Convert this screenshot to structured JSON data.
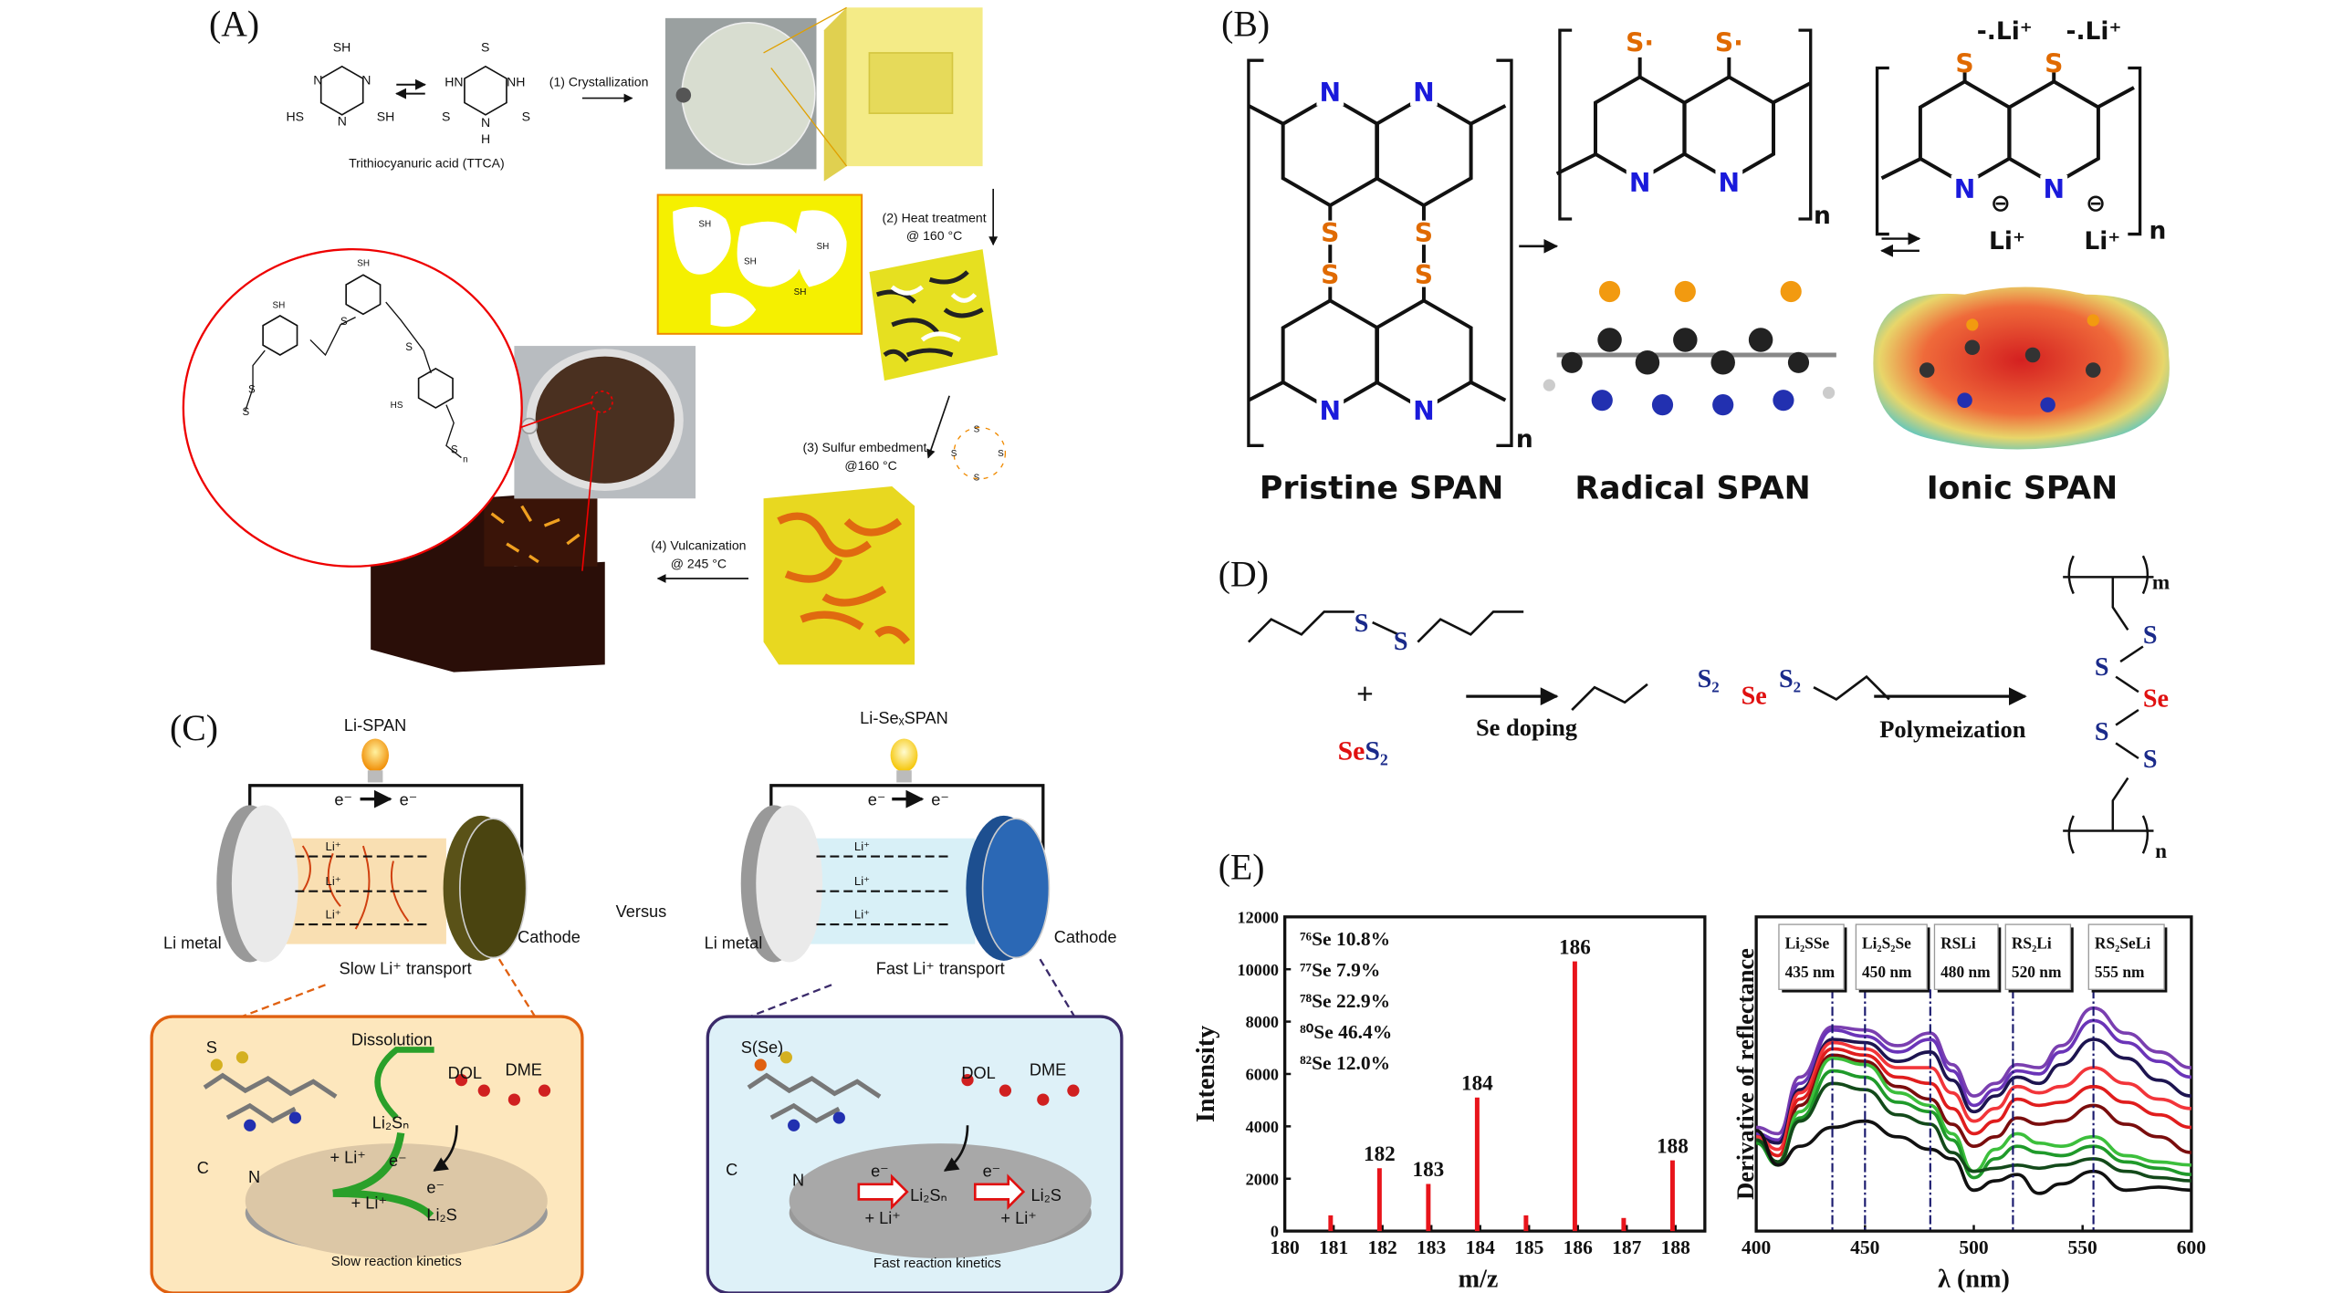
{
  "panel_a": {
    "label": "(A)",
    "ttca_enol_atoms": {
      "sh_top": "SH",
      "n1": "N",
      "n2": "N",
      "n3": "N",
      "hs_left": "HS",
      "sh_right": "SH"
    },
    "ttca_keto_atoms": {
      "s_top": "S",
      "hn": "HN",
      "nh": "NH",
      "s_left": "S",
      "s_right": "S",
      "n_bottom": "N",
      "h_bottom": "H"
    },
    "ttca_name": "Trithiocyanuric acid (TTCA)",
    "step1": "(1) Crystallization",
    "step2_line1": "(2) Heat treatment",
    "step2_line2": "@ 160 °C",
    "step3_line1": "(3) Sulfur embedment",
    "step3_line2": "@160 °C",
    "step4_line1": "(4) Vulcanization",
    "step4_line2": "@ 245 °C",
    "sh_label": "SH",
    "s_label": "S",
    "hs_label": "HS",
    "n_label": "N",
    "n_sub": "n"
  },
  "panel_b": {
    "label": "(B)",
    "n_atom": "N",
    "s_atom": "S",
    "s_radical": "S·",
    "li_plus": "Li⁺",
    "li_bond": "-.Li⁺",
    "minus": "⊖",
    "repeat_n": "n",
    "names": [
      "Pristine SPAN",
      "Radical SPAN",
      "Ionic SPAN"
    ]
  },
  "panel_c": {
    "label": "(C)",
    "left_title": "Li-SPAN",
    "right_title": "Li-SeₓSPAN",
    "electron": "e⁻",
    "li_ion": "Li⁺",
    "li_metal": "Li metal",
    "cathode": "Cathode",
    "versus": "Versus",
    "slow_transport": "Slow Li⁺ transport",
    "fast_transport": "Fast Li⁺ transport",
    "left_box": {
      "s": "S",
      "c": "C",
      "n": "N",
      "dissolution": "Dissolution",
      "dol": "DOL",
      "dme": "DME",
      "li2sn": "Li₂Sₙ",
      "plus_li": "+ Li⁺",
      "e": "e⁻",
      "li2s": "Li₂S",
      "caption": "Slow reaction kinetics"
    },
    "right_box": {
      "s_se": "S(Se)",
      "c": "C",
      "n": "N",
      "dol": "DOL",
      "dme": "DME",
      "li2sn": "Li₂Sₙ",
      "plus_li": "+ Li⁺",
      "e": "e⁻",
      "li2s": "Li₂S",
      "caption": "Fast reaction kinetics"
    }
  },
  "panel_d": {
    "label": "(D)",
    "s": "S",
    "plus": "+",
    "se_s2_se": "Se",
    "se_s2_s2": "S₂",
    "se_doping": "Se doping",
    "s2": "S₂",
    "se": "Se",
    "polymerization": "Polymeization",
    "m": "m",
    "n": "n"
  },
  "panel_e": {
    "label": "(E)"
  },
  "chart_data": [
    {
      "type": "bar",
      "title": "",
      "xlabel": "m/z",
      "ylabel": "Intensity",
      "xlim": [
        180,
        188.6
      ],
      "ylim": [
        0,
        12000
      ],
      "x_ticks": [
        180,
        181,
        182,
        183,
        184,
        185,
        186,
        187,
        188
      ],
      "y_ticks": [
        0,
        2000,
        4000,
        6000,
        8000,
        10000,
        12000
      ],
      "bars": [
        {
          "x": 181,
          "value": 600,
          "label": ""
        },
        {
          "x": 182,
          "value": 2400,
          "label": "182"
        },
        {
          "x": 183,
          "value": 1800,
          "label": "183"
        },
        {
          "x": 184,
          "value": 5100,
          "label": "184"
        },
        {
          "x": 185,
          "value": 600,
          "label": ""
        },
        {
          "x": 186,
          "value": 10300,
          "label": "186"
        },
        {
          "x": 187,
          "value": 500,
          "label": ""
        },
        {
          "x": 188,
          "value": 2700,
          "label": "188"
        }
      ],
      "bar_color": "#e8141b",
      "annotations": [
        "⁷⁶Se 10.8%",
        "⁷⁷Se 7.9%",
        "⁷⁸Se 22.9%",
        "⁸⁰Se 46.4%",
        "⁸²Se 12.0%"
      ]
    },
    {
      "type": "line",
      "xlabel": "λ (nm)",
      "ylabel": "Derivative of reflectance",
      "xlim": [
        400,
        600
      ],
      "ylim": [
        0,
        10
      ],
      "x_ticks": [
        400,
        450,
        500,
        550,
        600
      ],
      "x": [
        400,
        410,
        420,
        435,
        450,
        465,
        480,
        490,
        500,
        510,
        520,
        530,
        540,
        555,
        570,
        585,
        600
      ],
      "series": [
        {
          "name": "purple-1",
          "color": "#7a3fb0",
          "values": [
            3.3,
            3.1,
            4.9,
            6.5,
            6.4,
            5.9,
            6.3,
            5.3,
            4.3,
            4.7,
            5.3,
            5.2,
            5.9,
            7.1,
            6.3,
            5.7,
            5.2
          ]
        },
        {
          "name": "purple-2",
          "color": "#6a34b8",
          "values": [
            3.1,
            2.9,
            4.7,
            6.4,
            6.2,
            5.7,
            6.1,
            5.1,
            4.0,
            4.5,
            5.1,
            5.0,
            5.7,
            6.7,
            6.0,
            5.4,
            4.9
          ]
        },
        {
          "name": "navy",
          "color": "#1d1450",
          "values": [
            3.0,
            2.8,
            4.5,
            6.1,
            6.0,
            5.4,
            5.7,
            4.8,
            3.8,
            4.3,
            4.9,
            4.7,
            5.3,
            6.1,
            5.5,
            4.8,
            4.3
          ]
        },
        {
          "name": "red-1",
          "color": "#f2353a",
          "values": [
            3.0,
            2.6,
            4.4,
            6.0,
            5.8,
            5.2,
            5.2,
            4.4,
            3.5,
            3.9,
            4.6,
            4.4,
            4.6,
            5.2,
            4.7,
            4.2,
            3.9
          ]
        },
        {
          "name": "red-2",
          "color": "#e01d1d",
          "values": [
            2.9,
            2.4,
            4.2,
            5.8,
            5.6,
            4.9,
            4.7,
            3.9,
            3.1,
            3.5,
            4.2,
            4.0,
            4.1,
            4.6,
            4.1,
            3.7,
            3.3
          ]
        },
        {
          "name": "dark-red",
          "color": "#7a0d0d",
          "values": [
            2.8,
            2.2,
            4.0,
            5.6,
            5.4,
            4.6,
            4.2,
            3.4,
            2.7,
            3.0,
            3.6,
            3.4,
            3.5,
            4.0,
            3.4,
            3.0,
            2.5
          ]
        },
        {
          "name": "green-1",
          "color": "#3cbf3c",
          "values": [
            2.9,
            2.2,
            3.8,
            5.5,
            5.3,
            4.4,
            4.0,
            3.1,
            1.9,
            2.6,
            3.1,
            2.8,
            2.7,
            3.0,
            2.4,
            2.2,
            2.1
          ]
        },
        {
          "name": "green-2",
          "color": "#1f9a2a",
          "values": [
            2.8,
            2.1,
            3.6,
            5.1,
            4.9,
            4.1,
            3.8,
            2.9,
            1.7,
            2.3,
            2.7,
            2.5,
            2.4,
            2.7,
            2.2,
            2.0,
            1.8
          ]
        },
        {
          "name": "dark-green",
          "color": "#134a1a",
          "values": [
            2.9,
            2.2,
            3.5,
            4.7,
            4.5,
            3.7,
            3.4,
            2.5,
            1.9,
            2.0,
            2.1,
            2.0,
            2.1,
            2.3,
            1.9,
            1.7,
            1.6
          ]
        },
        {
          "name": "black",
          "color": "#111111",
          "values": [
            3.2,
            2.1,
            2.7,
            3.3,
            3.5,
            3.0,
            2.6,
            2.3,
            1.3,
            1.6,
            1.8,
            1.2,
            1.5,
            1.9,
            1.3,
            1.4,
            1.3
          ]
        }
      ],
      "reference_lines": [
        {
          "x": 435,
          "species": "Li₂SSe",
          "label": "435 nm"
        },
        {
          "x": 450,
          "species": "Li₂S₂Se",
          "label": "450 nm"
        },
        {
          "x": 480,
          "species": "RSLi",
          "label": "480 nm"
        },
        {
          "x": 518,
          "species": "RS₂Li",
          "label": "520 nm"
        },
        {
          "x": 555,
          "species": "RS₂SeLi",
          "label": "555 nm"
        }
      ],
      "reference_line_color": "#1a1a6e"
    }
  ]
}
